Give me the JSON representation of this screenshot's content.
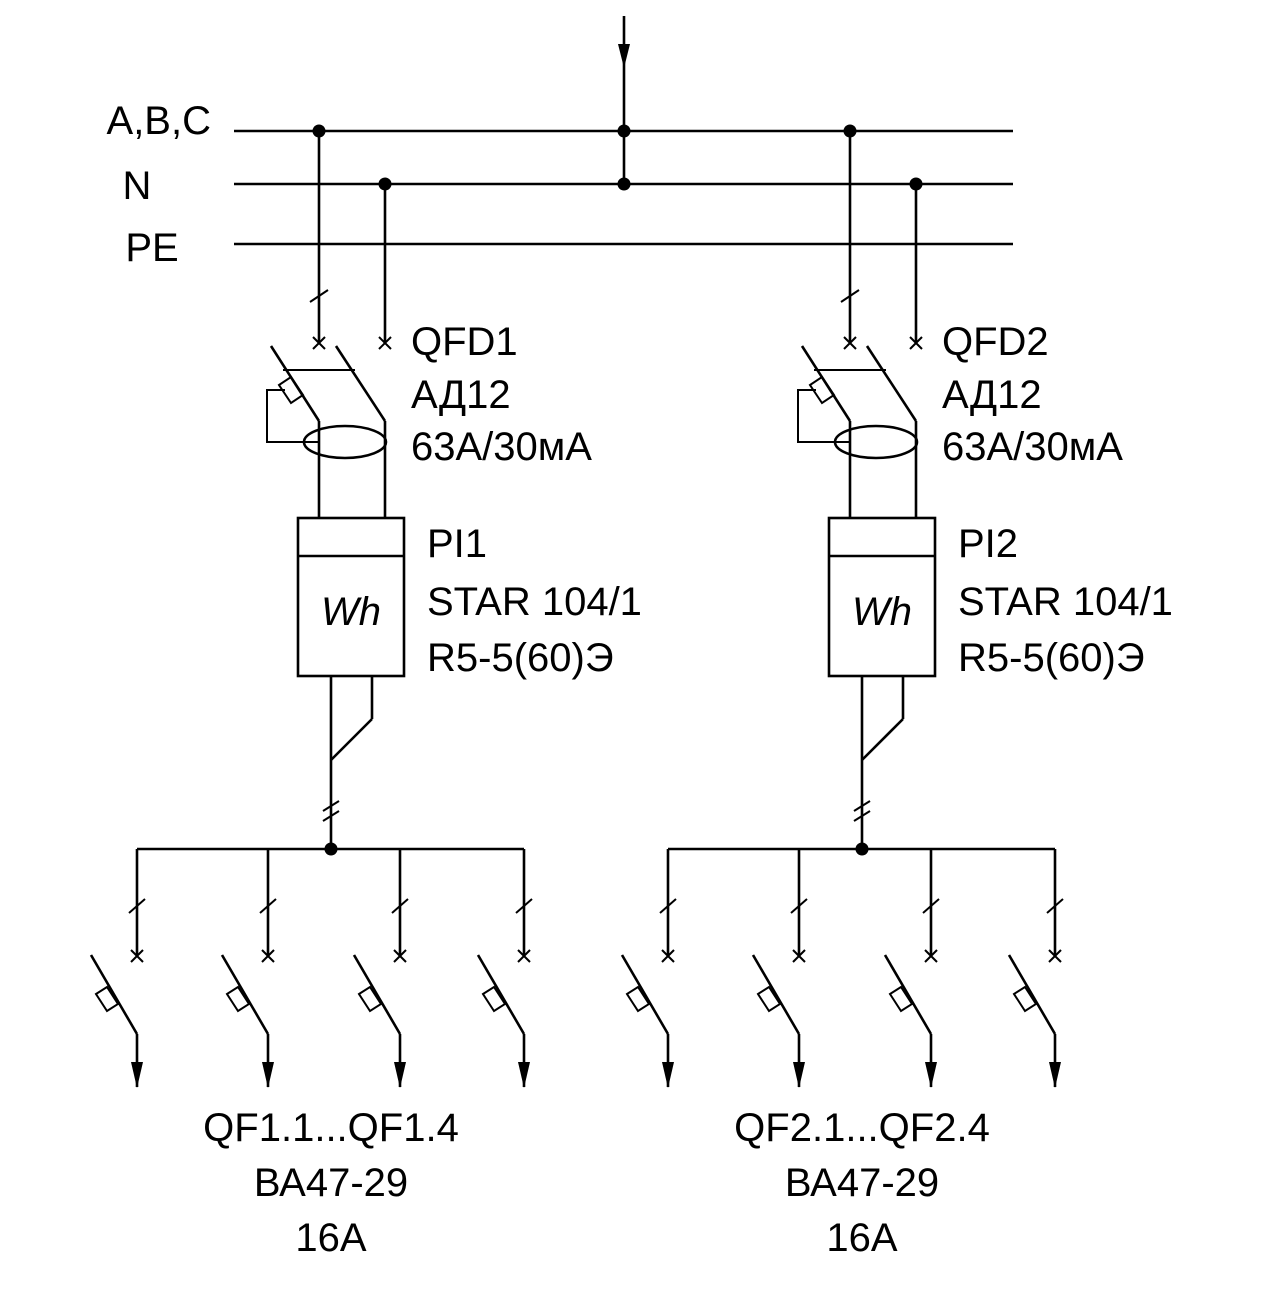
{
  "buses": {
    "phase": "A,B,C",
    "neutral": "N",
    "earth": "PE"
  },
  "branch1": {
    "rcd": {
      "ref": "QFD1",
      "model": "АД12",
      "rating": "63А/30мА"
    },
    "meter": {
      "ref": "PI1",
      "model": "STAR 104/1",
      "spec": "R5-5(60)Э",
      "unit": "Wh"
    },
    "breakers": {
      "refs": "QF1.1...QF1.4",
      "model": "ВА47-29",
      "rating": "16А"
    }
  },
  "branch2": {
    "rcd": {
      "ref": "QFD2",
      "model": "АД12",
      "rating": "63А/30мА"
    },
    "meter": {
      "ref": "PI2",
      "model": "STAR 104/1",
      "spec": "R5-5(60)Э",
      "unit": "Wh"
    },
    "breakers": {
      "refs": "QF2.1...QF2.4",
      "model": "ВА47-29",
      "rating": "16А"
    }
  }
}
